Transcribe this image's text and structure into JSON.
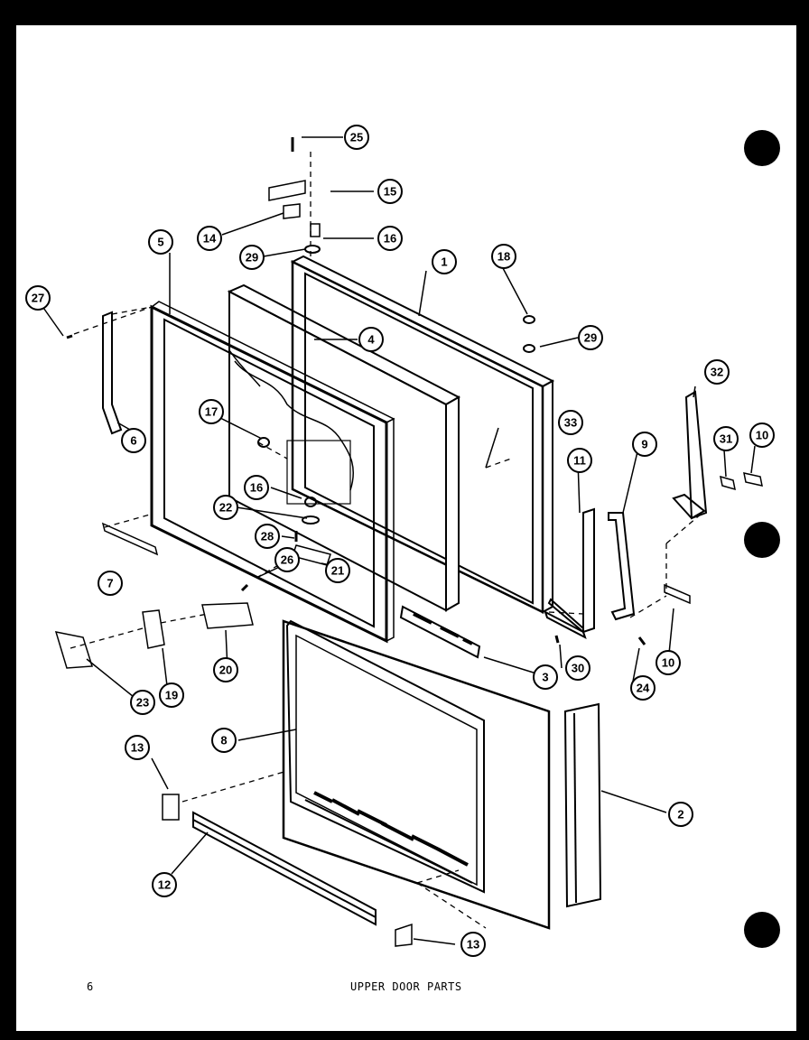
{
  "page": {
    "number": "6",
    "title": "UPPER DOOR PARTS"
  },
  "callouts": [
    {
      "id": "c1",
      "label": "1"
    },
    {
      "id": "c2",
      "label": "2"
    },
    {
      "id": "c3",
      "label": "3"
    },
    {
      "id": "c4",
      "label": "4"
    },
    {
      "id": "c5",
      "label": "5"
    },
    {
      "id": "c6",
      "label": "6"
    },
    {
      "id": "c7",
      "label": "7"
    },
    {
      "id": "c8",
      "label": "8"
    },
    {
      "id": "c9",
      "label": "9"
    },
    {
      "id": "c10a",
      "label": "10"
    },
    {
      "id": "c10b",
      "label": "10"
    },
    {
      "id": "c11",
      "label": "11"
    },
    {
      "id": "c12",
      "label": "12"
    },
    {
      "id": "c13a",
      "label": "13"
    },
    {
      "id": "c13b",
      "label": "13"
    },
    {
      "id": "c14",
      "label": "14"
    },
    {
      "id": "c15",
      "label": "15"
    },
    {
      "id": "c16a",
      "label": "16"
    },
    {
      "id": "c16b",
      "label": "16"
    },
    {
      "id": "c17",
      "label": "17"
    },
    {
      "id": "c18",
      "label": "18"
    },
    {
      "id": "c19",
      "label": "19"
    },
    {
      "id": "c20",
      "label": "20"
    },
    {
      "id": "c21",
      "label": "21"
    },
    {
      "id": "c22",
      "label": "22"
    },
    {
      "id": "c23",
      "label": "23"
    },
    {
      "id": "c24",
      "label": "24"
    },
    {
      "id": "c25",
      "label": "25"
    },
    {
      "id": "c26",
      "label": "26"
    },
    {
      "id": "c27",
      "label": "27"
    },
    {
      "id": "c28",
      "label": "28"
    },
    {
      "id": "c29a",
      "label": "29"
    },
    {
      "id": "c29b",
      "label": "29"
    },
    {
      "id": "c30",
      "label": "30"
    },
    {
      "id": "c31",
      "label": "31"
    },
    {
      "id": "c32",
      "label": "32"
    },
    {
      "id": "c33",
      "label": "33"
    }
  ]
}
